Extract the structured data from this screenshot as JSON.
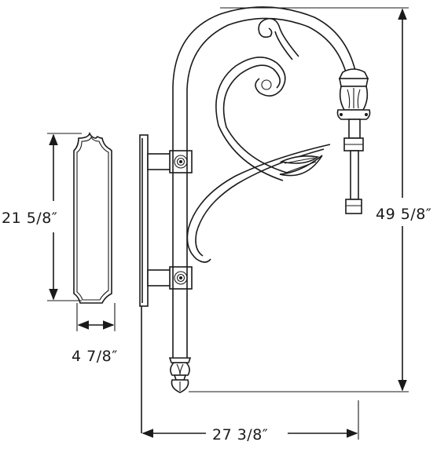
{
  "dimensions": {
    "total_height": "49 5/8″",
    "backplate_height": "21 5/8″",
    "backplate_width": "4 7/8″",
    "projection": "27 3/8″"
  }
}
